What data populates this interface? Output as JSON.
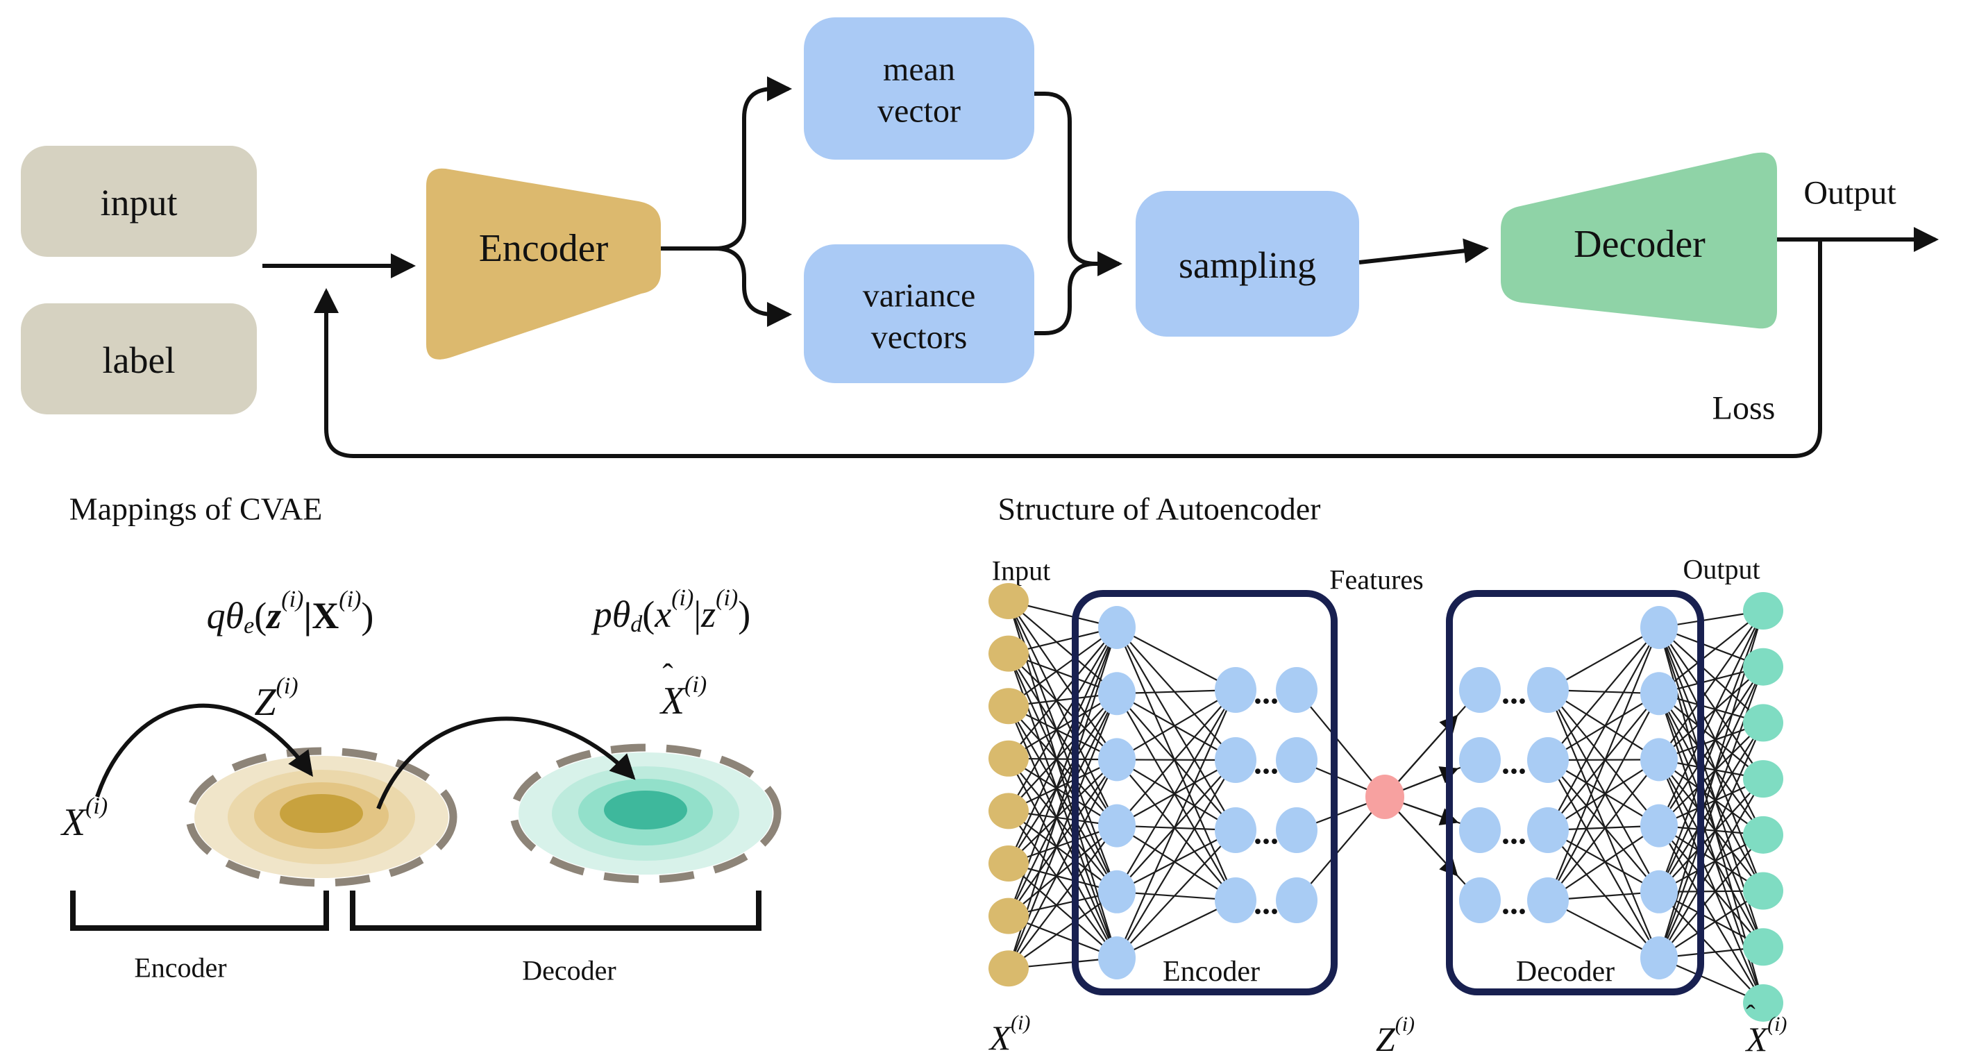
{
  "top_flow": {
    "input_label": "input",
    "class_label": "label",
    "encoder_label": "Encoder",
    "mean_vector": [
      "mean",
      "vector"
    ],
    "variance_vectors": [
      "variance",
      "vectors"
    ],
    "sampling_label": "sampling",
    "decoder_label": "Decoder",
    "output_label": "Output",
    "loss_label": "Loss",
    "colors": {
      "io_box": "#d6d2c1",
      "encoder": "#dcb96e",
      "vector_box": "#aacaf5",
      "decoder": "#8fd3a7",
      "arrow": "#111111"
    }
  },
  "mappings": {
    "title": "Mappings of CVAE",
    "encoder_formula": {
      "lead": "qθ",
      "sub": "e",
      "open": "(",
      "arg1": "z",
      "sup1": "(i)",
      "bar": "|",
      "arg2": "X",
      "sup2": "(i)",
      "close": ")"
    },
    "decoder_formula": {
      "lead": "pθ",
      "sub": "d",
      "open": "(",
      "arg1": "x",
      "sup1": "(i)",
      "bar": "|",
      "arg2": "z",
      "sup2": "(i)",
      "close": ")"
    },
    "z_label": {
      "base": "Z",
      "sup": "(i)"
    },
    "x_label": {
      "base": "X",
      "sup": "(i)"
    },
    "xhat_label": {
      "base": "X",
      "hat": "ˆ",
      "sup": "(i)"
    },
    "encoder_bracket": "Encoder",
    "decoder_bracket": "Decoder",
    "colors": {
      "gold_rings": [
        "#f0e5c9",
        "#ebd8ab",
        "#e3c584",
        "#c8a23e"
      ],
      "teal_rings": [
        "#d8f2ea",
        "#bdebdd",
        "#92e0ca",
        "#3eb89c"
      ],
      "dash": "#8d8478"
    }
  },
  "autoencoder": {
    "title": "Structure of Autoencoder",
    "input_label": "Input",
    "features_label": "Features",
    "output_label": "Output",
    "encoder_label": "Encoder",
    "decoder_label": "Decoder",
    "x_label": {
      "base": "X",
      "sup": "(i)"
    },
    "z_label": {
      "base": "Z",
      "sup": "(i)"
    },
    "xhat_label": {
      "base": "X",
      "hat": "ˆ",
      "sup": "(i)"
    },
    "ellipsis": "...",
    "network": {
      "input_nodes": 8,
      "encoder_hidden1": 6,
      "encoder_hidden2_pairs": 4,
      "feature_nodes": 1,
      "decoder_hidden1_pairs": 4,
      "decoder_hidden2": 6,
      "output_nodes": 8
    },
    "colors": {
      "input_node": "#d9ba6d",
      "hidden_node": "#a9ccf4",
      "feature_node": "#f7a1a0",
      "output_node": "#7fdcc2",
      "box_stroke": "#182050",
      "edge": "#1c1c1c"
    }
  }
}
